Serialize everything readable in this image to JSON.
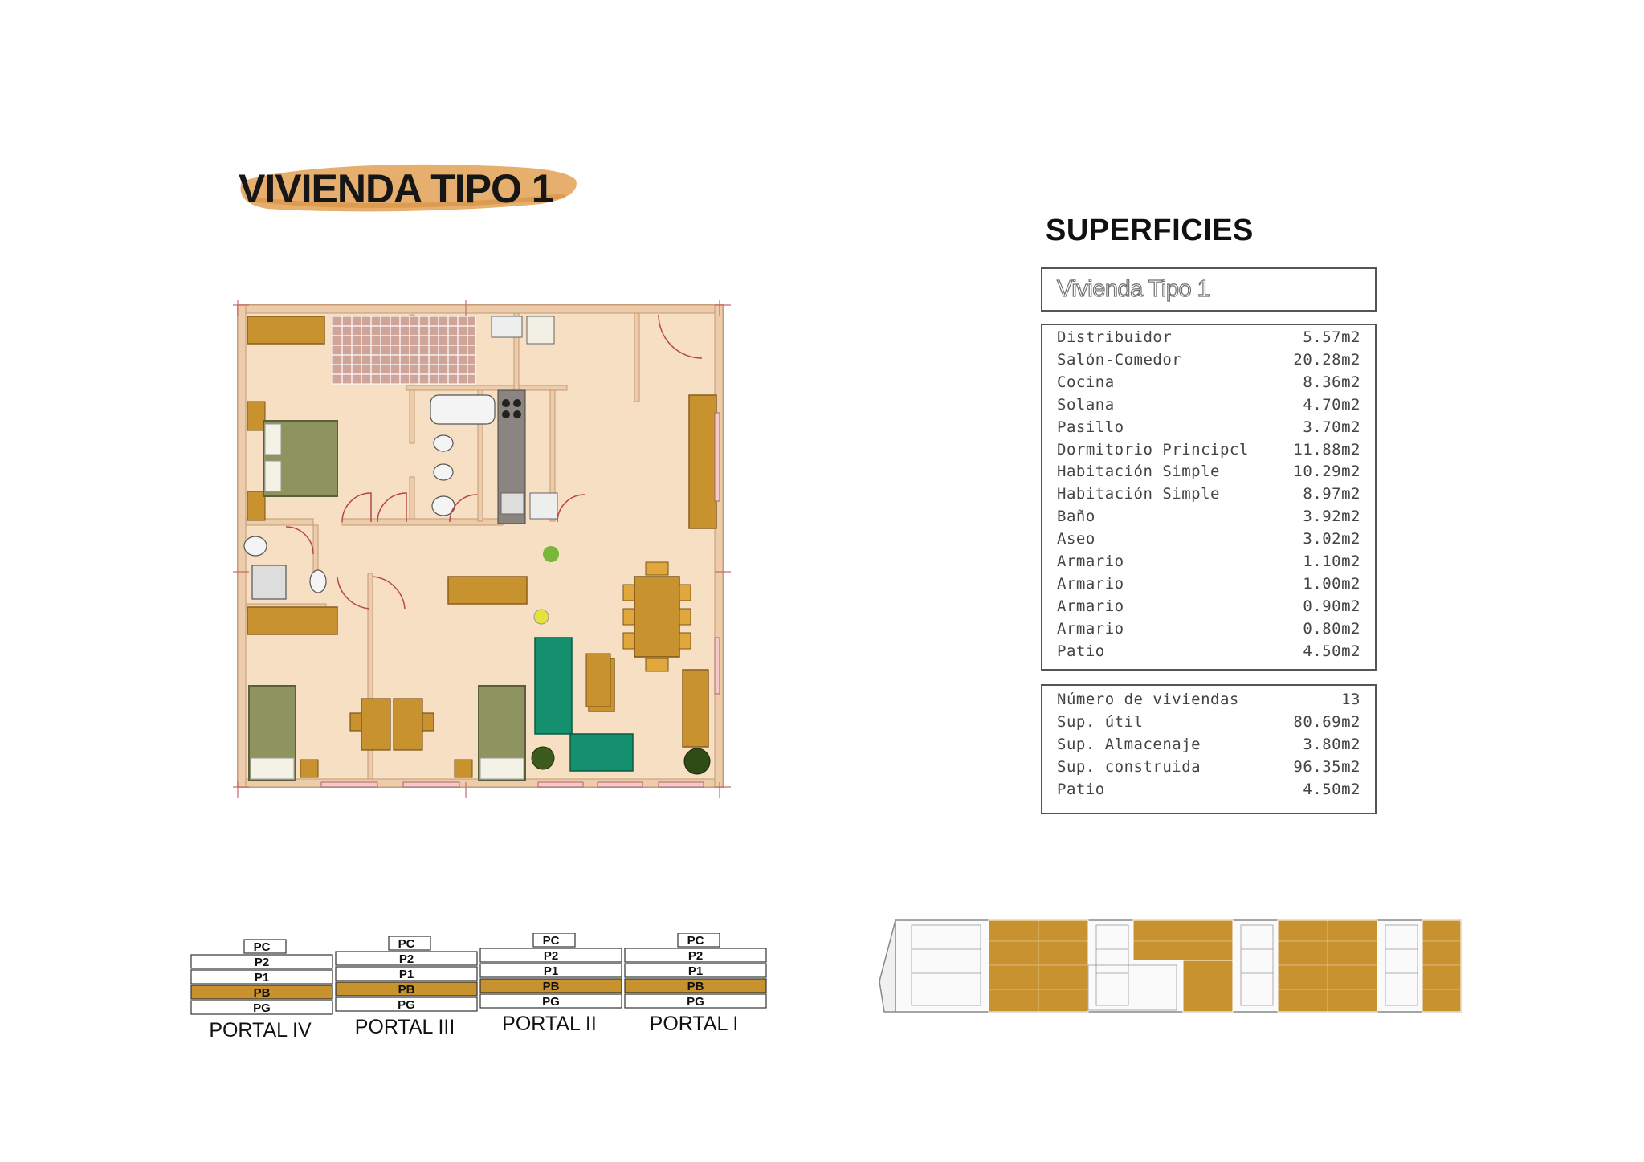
{
  "title": "VIVIENDA TIPO 1",
  "superficies": {
    "heading": "SUPERFICIES",
    "type_label": "Vivienda Tipo 1",
    "rooms": [
      {
        "name": "Distribuidor",
        "area": "5.57m2"
      },
      {
        "name": "Salón-Comedor",
        "area": "20.28m2"
      },
      {
        "name": "Cocina",
        "area": "8.36m2"
      },
      {
        "name": "Solana",
        "area": "4.70m2"
      },
      {
        "name": "Pasillo",
        "area": "3.70m2"
      },
      {
        "name": "Dormitorio Principcl",
        "area": "11.88m2"
      },
      {
        "name": "Habitación Simple",
        "area": "10.29m2"
      },
      {
        "name": "Habitación Simple",
        "area": "8.97m2"
      },
      {
        "name": "Baño",
        "area": "3.92m2"
      },
      {
        "name": "Aseo",
        "area": "3.02m2"
      },
      {
        "name": "Armario",
        "area": "1.10m2"
      },
      {
        "name": "Armario",
        "area": "1.00m2"
      },
      {
        "name": "Armario",
        "area": "0.90m2"
      },
      {
        "name": "Armario",
        "area": "0.80m2"
      },
      {
        "name": "Patio",
        "area": "4.50m2"
      }
    ],
    "totals": [
      {
        "name": "Número de viviendas",
        "area": "13"
      },
      {
        "name": "Sup. útil",
        "area": "80.69m2"
      },
      {
        "name": "Sup. Almacenaje",
        "area": "3.80m2"
      },
      {
        "name": "Sup. construida",
        "area": "96.35m2"
      },
      {
        "name": "Patio",
        "area": "4.50m2"
      }
    ]
  },
  "portals": [
    {
      "name": "PORTAL IV",
      "floors": [
        "PC",
        "P2",
        "P1",
        "PB",
        "PG"
      ],
      "highlight": "PB"
    },
    {
      "name": "PORTAL III",
      "floors": [
        "PC",
        "P2",
        "P1",
        "PB",
        "PG"
      ],
      "highlight": "PB"
    },
    {
      "name": "PORTAL II",
      "floors": [
        "PC",
        "P2",
        "P1",
        "PB",
        "PG"
      ],
      "highlight": "PB"
    },
    {
      "name": "PORTAL I",
      "floors": [
        "PC",
        "P2",
        "P1",
        "PB",
        "PG"
      ],
      "highlight": "PB"
    }
  ],
  "colors": {
    "accent": "#c8922f",
    "floor": "#f7e2c6",
    "wall": "#e8c9a6",
    "bed": "#8d9460",
    "sofa": "#14906e",
    "title_brush": "#e2a35a"
  }
}
